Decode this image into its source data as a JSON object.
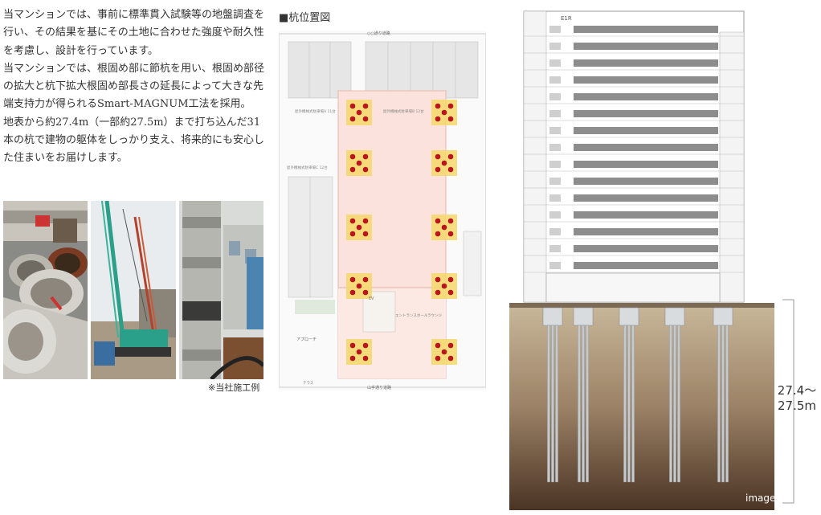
{
  "text": {
    "p1": "当マンションでは、事前に標準貫入試験等の地盤調査を行い、その結果を基にその土地に合わせた強度や耐久性を考慮し、設計を行っています。",
    "p2": "当マンションでは、根固め部に節杭を用い、根固め部径の拡大と杭下拡大根固め部長さの延長によって大きな先端支持力が得られるSmart-MAGNUM工法を採用。",
    "p3": "地表から約27.4m（一部約27.5m）まで打ち込んだ31本の杭で建物の躯体をしっかり支え、将来的にも安心した住まいをお届けします。"
  },
  "photos": {
    "caption": "※当社施工例"
  },
  "plan": {
    "title": "■杭位置図",
    "road_top": "○○通り道路",
    "road_bottom": "山手通り道路",
    "labels": {
      "bike1": "屋外機械式駐車場A 11台",
      "bike2": "屋外機械式駐車場B 12台",
      "bike3": "屋外機械式駐車場C 12台",
      "approach": "アプローチ",
      "ev": "EV",
      "entrance": "エントランスホール",
      "lounge": "ラウンジ",
      "terrace": "テラス"
    }
  },
  "elevation": {
    "floor_label": "E1R",
    "depth": "27.4〜\n27.5m",
    "image_tag": "image",
    "pile_count_shown": 5
  }
}
